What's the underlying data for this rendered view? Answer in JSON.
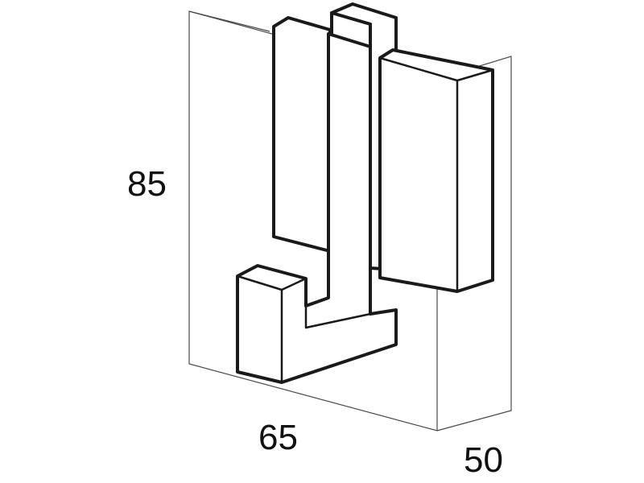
{
  "dimensions": {
    "height": "85",
    "width": "65",
    "depth": "50"
  }
}
